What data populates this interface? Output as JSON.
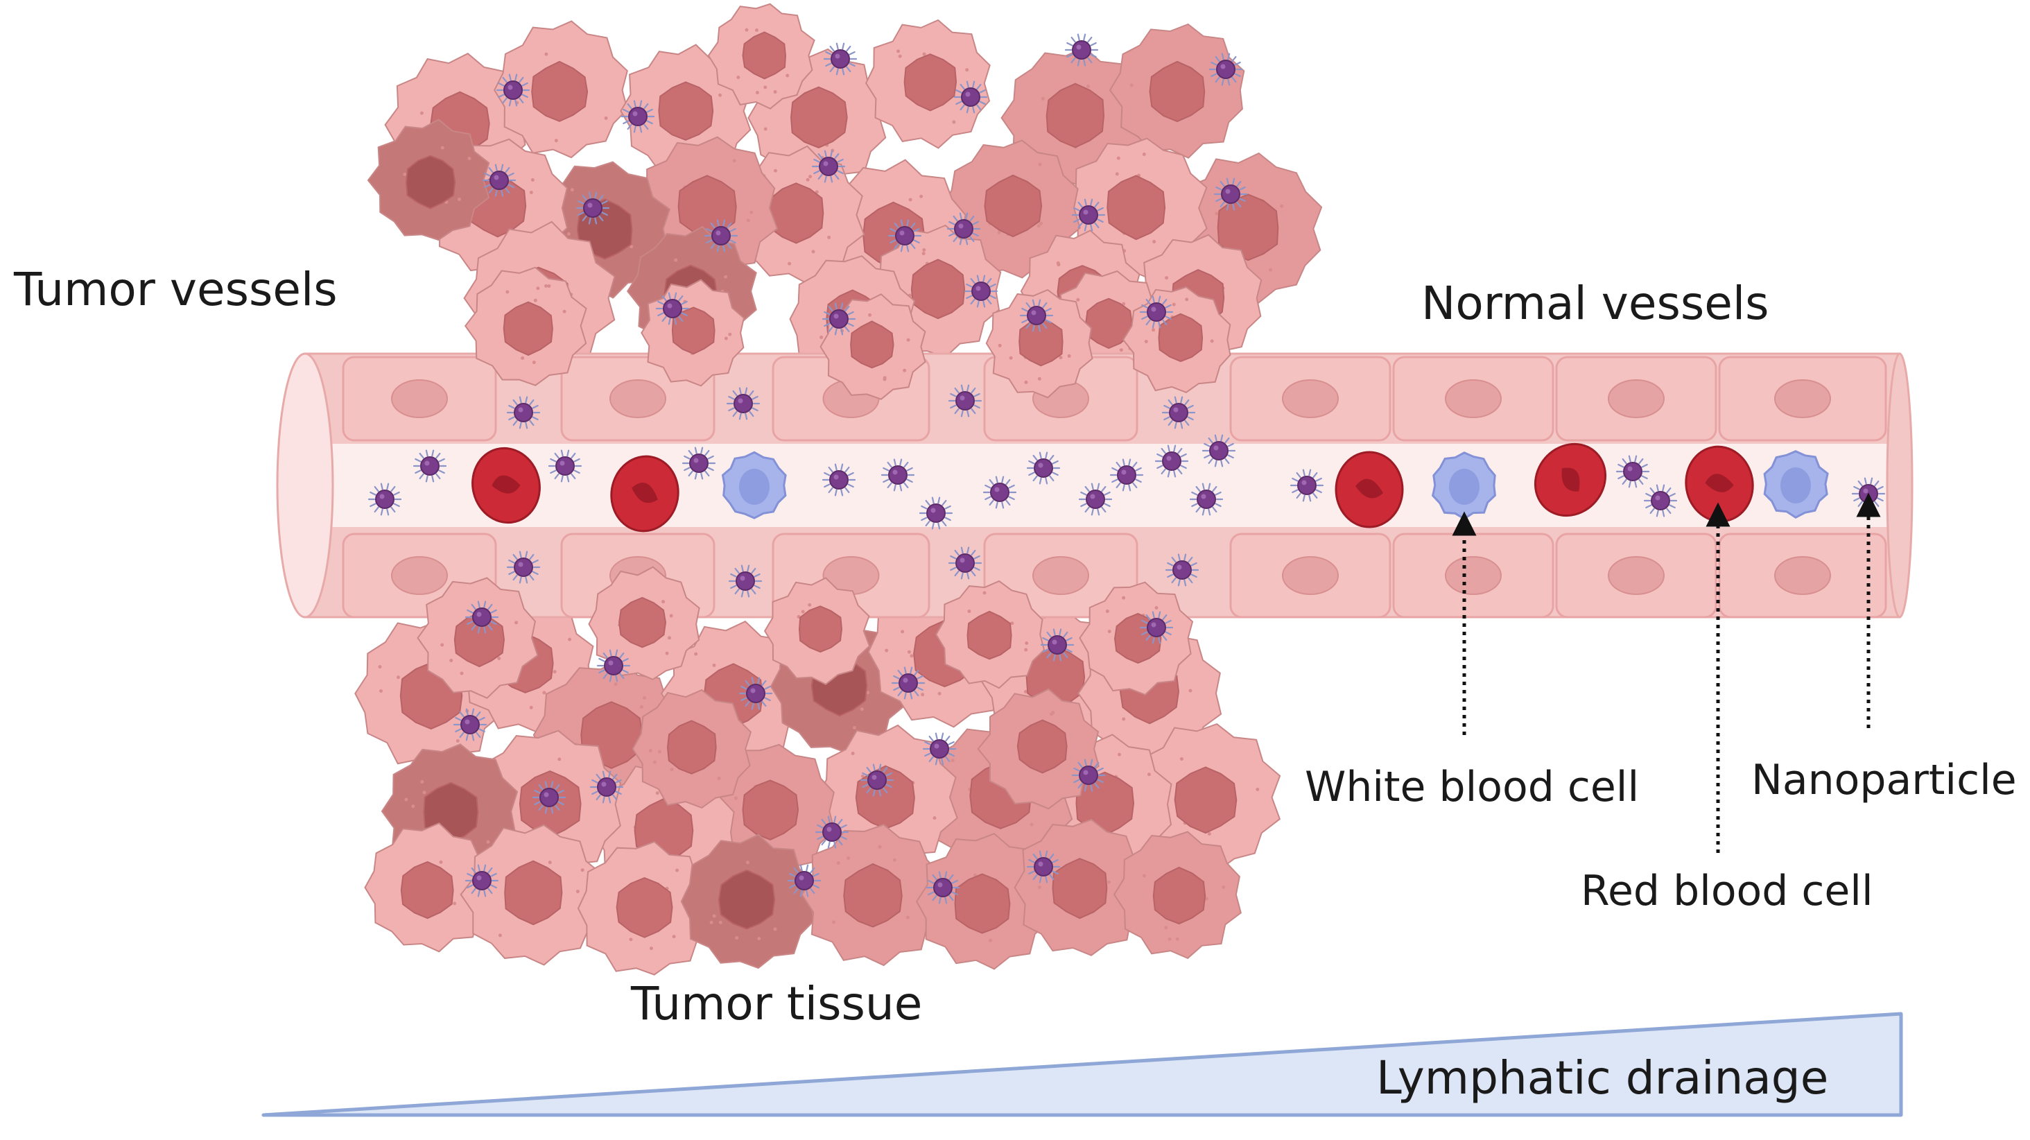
{
  "labels": {
    "tumor_vessels": "Tumor vessels",
    "normal_vessels": "Normal vessels",
    "tumor_tissue": "Tumor tissue",
    "white_blood_cell": "White blood cell",
    "nanoparticle": "Nanoparticle",
    "red_blood_cell": "Red blood cell",
    "lymphatic_drainage": "Lymphatic drainage"
  },
  "colors": {
    "tumor_cell_light": "#f2b1b1",
    "tumor_cell_mid": "#e49a9a",
    "tumor_cell_dark": "#c57878",
    "nucleus": "#c96f72",
    "vessel_wall": "#f4c7c7",
    "vessel_lumen": "#fdeeee",
    "endothelial_nucleus": "#e6a3a3",
    "red_blood_cell": "#cc2a36",
    "white_blood_cell": "#a7b4ec",
    "nanoparticle": "#7a3d8c",
    "nanoparticle_ligand": "#8b95c9",
    "drainage_fill": "#dde6f6",
    "drainage_stroke": "#8fa7d6"
  }
}
